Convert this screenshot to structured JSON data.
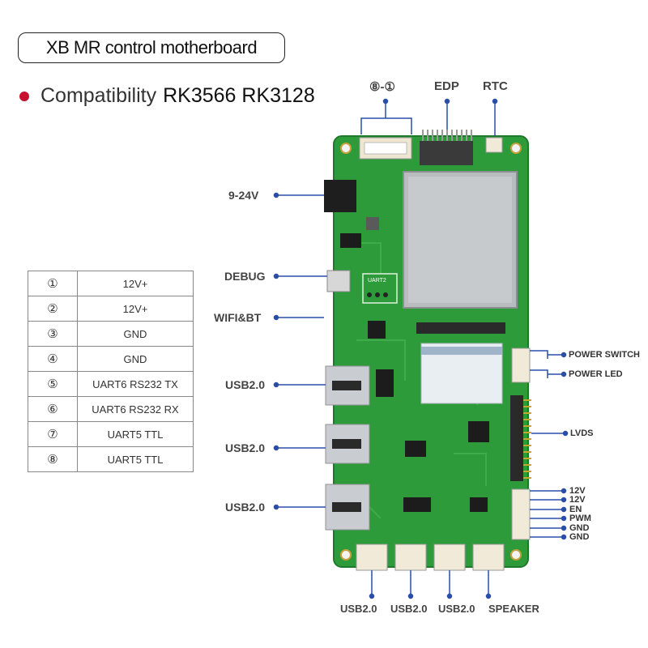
{
  "title": "XB MR control motherboard",
  "compat": {
    "label": "Compatibility",
    "models": "RK3566 RK3128"
  },
  "pin_table": [
    {
      "num": "①",
      "value": "12V+"
    },
    {
      "num": "②",
      "value": "12V+"
    },
    {
      "num": "③",
      "value": "GND"
    },
    {
      "num": "④",
      "value": "GND"
    },
    {
      "num": "⑤",
      "value": "UART6  RS232 TX"
    },
    {
      "num": "⑥",
      "value": "UART6  RS232 RX"
    },
    {
      "num": "⑦",
      "value": "UART5 TTL"
    },
    {
      "num": "⑧",
      "value": "UART5 TTL"
    }
  ],
  "top_labels": {
    "pins": "⑧-①",
    "edp": "EDP",
    "rtc": "RTC"
  },
  "left_labels": {
    "power": "9-24V",
    "debug": "DEBUG",
    "wifi": "WIFI&BT",
    "usb1": "USB2.0",
    "usb2": "USB2.0",
    "usb3": "USB2.0"
  },
  "right_labels": {
    "power_switch": "POWER SWITCH",
    "power_led": "POWER LED",
    "lvds": "LVDS",
    "p1": "12V",
    "p2": "12V",
    "p3": "EN",
    "p4": "PWM",
    "p5": "GND",
    "p6": "GND"
  },
  "bottom_labels": {
    "b1": "USB2.0",
    "b2": "USB2.0",
    "b3": "USB2.0",
    "b4": "SPEAKER"
  },
  "board_text": {
    "uart2": "UART2"
  },
  "colors": {
    "pcb": "#2e9b3a",
    "pcb_dark": "#1f7a2b",
    "accent_line": "#2a4ea8",
    "bullet": "#c8102e"
  }
}
